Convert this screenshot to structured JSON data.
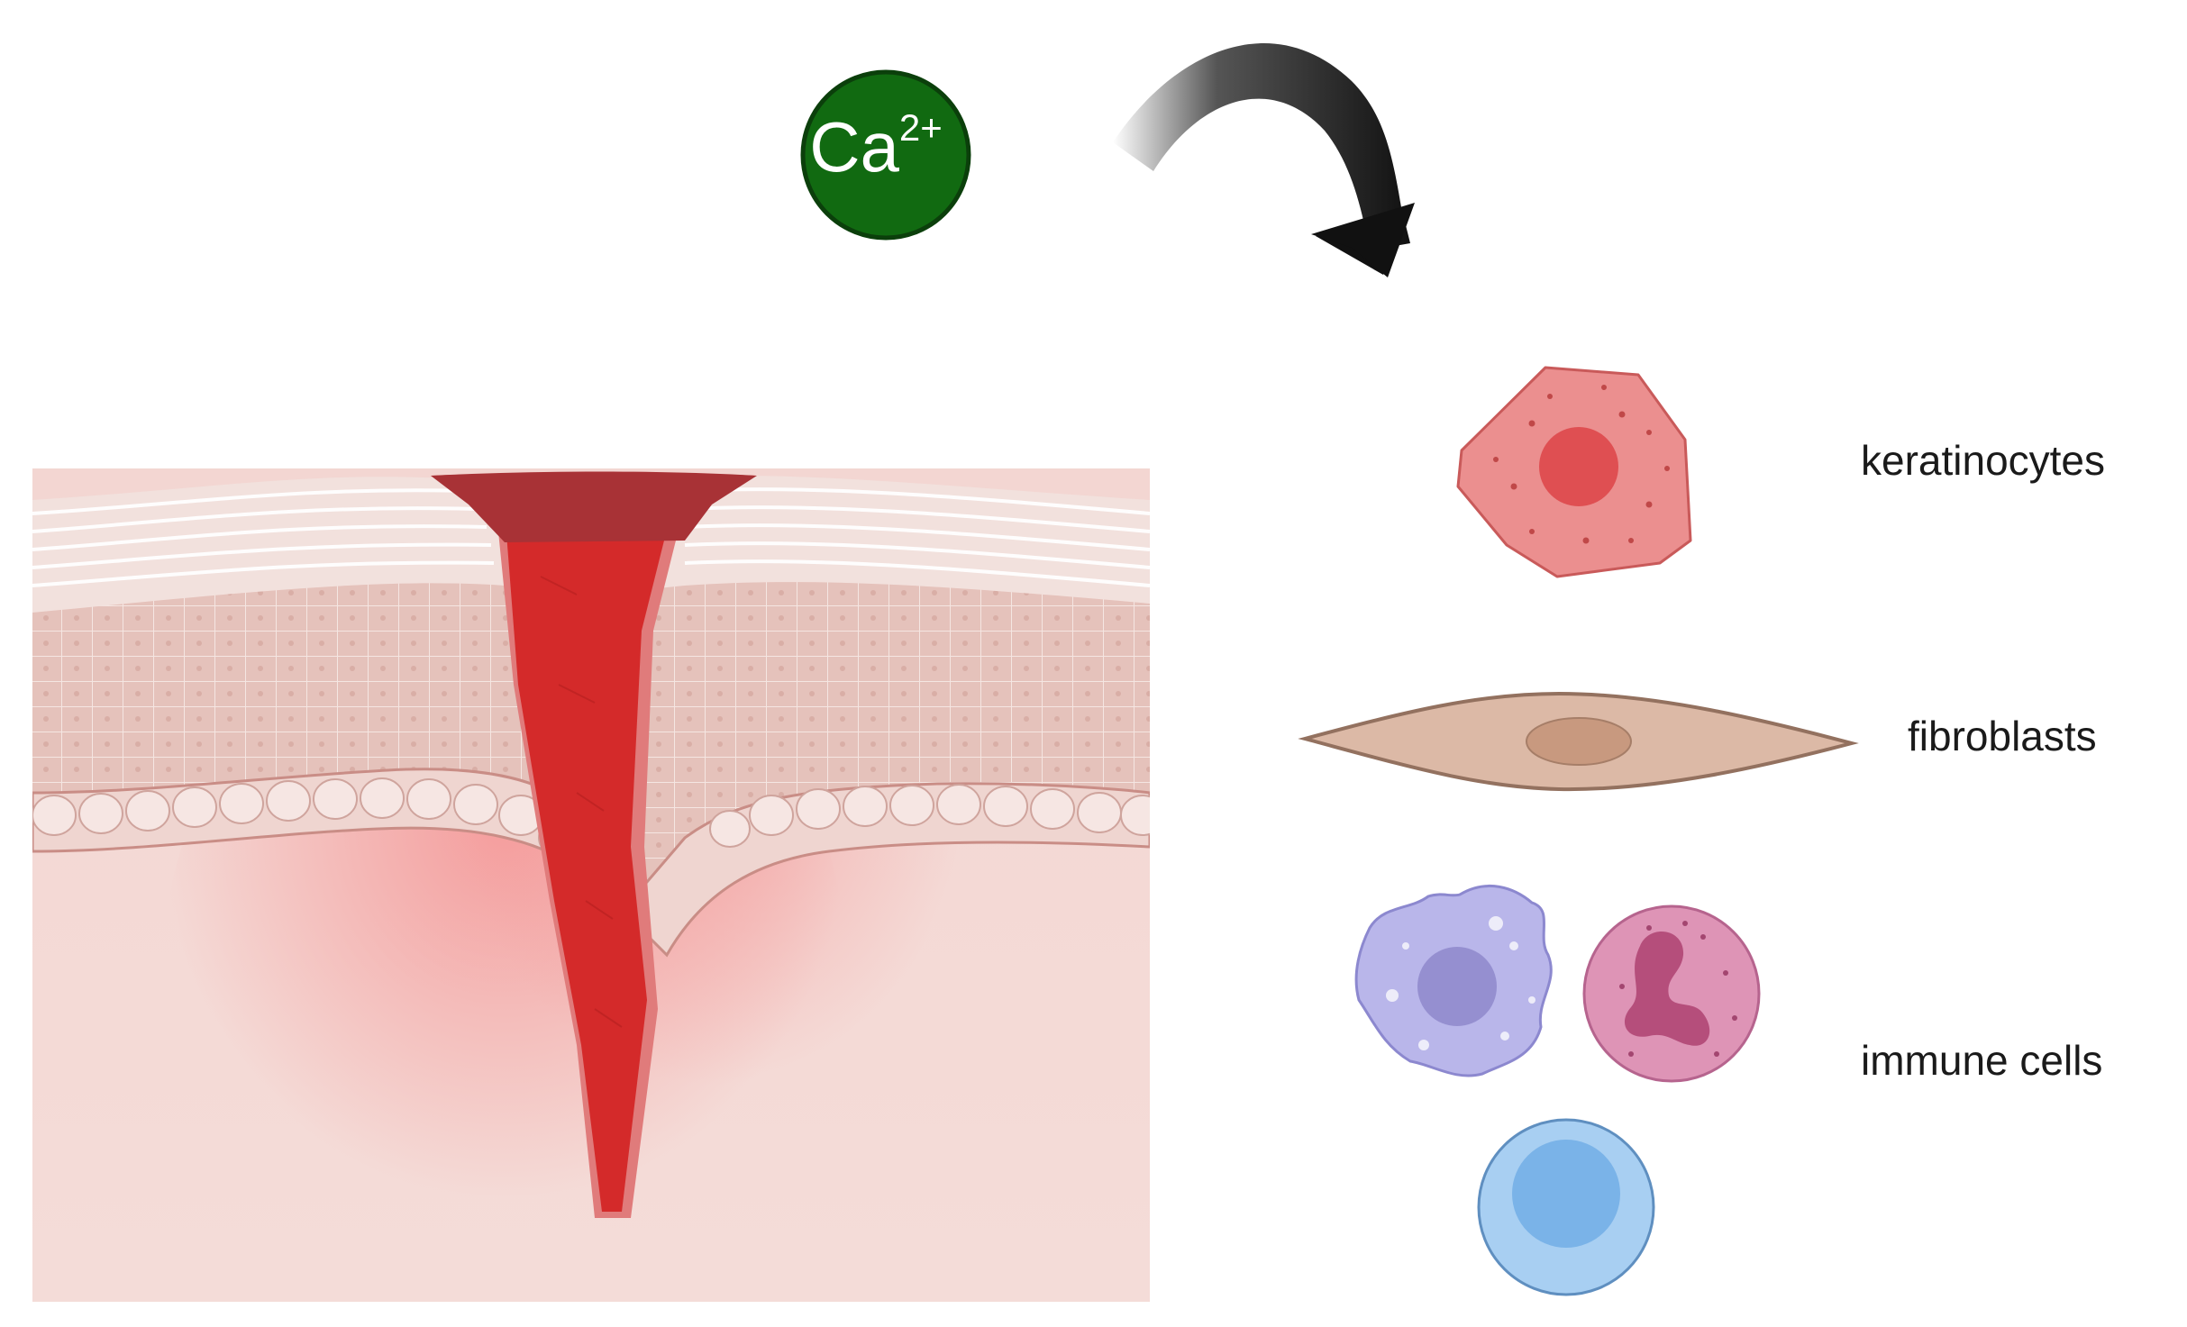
{
  "ion": {
    "symbol": "Ca",
    "charge": "2+"
  },
  "cells": [
    {
      "label": "keratinocytes"
    },
    {
      "label": "fibroblasts"
    },
    {
      "label": "immune cells"
    }
  ],
  "colors": {
    "ion_circle": "#116a11",
    "blood": "#d42a2a",
    "skin": "#ecd0cc",
    "keratinocyte": "#eb8f8f",
    "fibroblast": "#dcb9a6",
    "macrophage": "#b9b6ea",
    "neutrophil": "#de94b6",
    "lymphocyte": "#a8cff2"
  }
}
